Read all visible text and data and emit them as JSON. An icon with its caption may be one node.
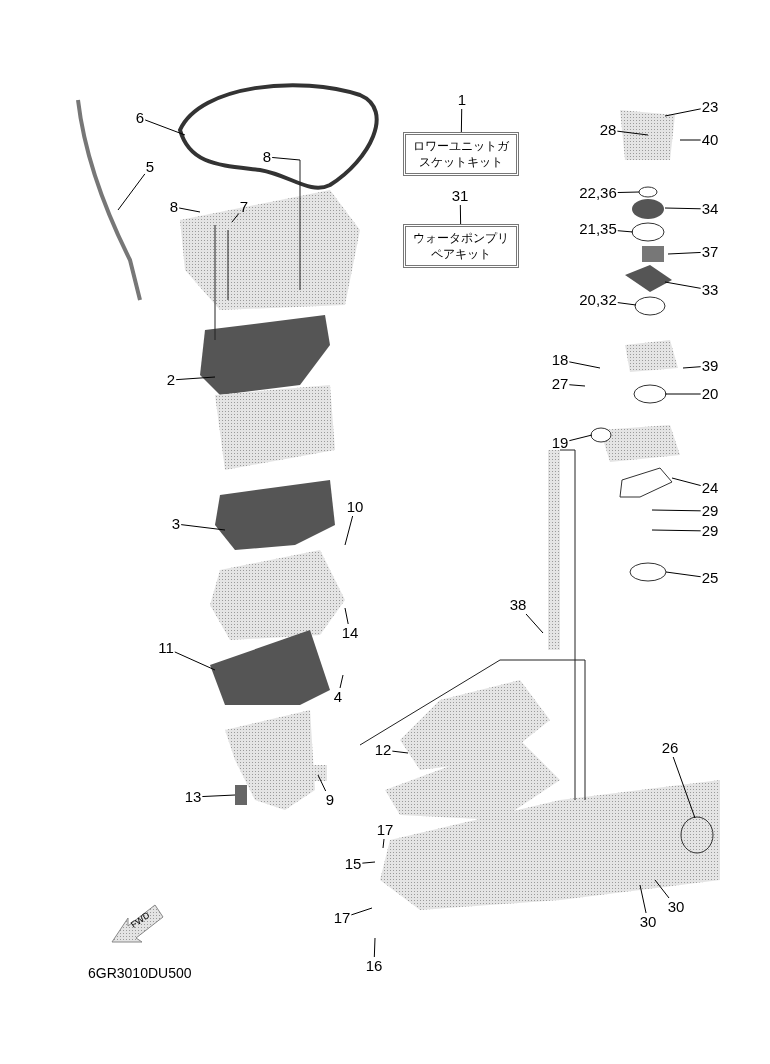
{
  "diagram": {
    "nodes": [
      {
        "text": [
          "ロワーユニットガスケットキット"
        ]
      },
      {
        "text": [
          "ウォータポンプリペアキット"
        ]
      },
      {
        "text": [
          "1"
        ]
      },
      {
        "text": [
          "31"
        ]
      },
      {
        "text": [
          "23"
        ]
      },
      {
        "text": [
          "6"
        ]
      },
      {
        "text": [
          "28"
        ]
      },
      {
        "text": [
          "40"
        ]
      },
      {
        "text": [
          "8"
        ]
      },
      {
        "text": [
          "5"
        ]
      },
      {
        "text": [
          "22,36"
        ]
      },
      {
        "text": [
          "8"
        ]
      },
      {
        "text": [
          "7"
        ]
      },
      {
        "text": [
          "34"
        ]
      },
      {
        "text": [
          "21,35"
        ]
      },
      {
        "text": [
          "37"
        ]
      },
      {
        "text": [
          "33"
        ]
      },
      {
        "text": [
          "20,32"
        ]
      },
      {
        "text": [
          "18"
        ]
      },
      {
        "text": [
          "39"
        ]
      },
      {
        "text": [
          "2"
        ]
      },
      {
        "text": [
          "27"
        ]
      },
      {
        "text": [
          "20"
        ]
      },
      {
        "text": [
          "19"
        ]
      },
      {
        "text": [
          "24"
        ]
      },
      {
        "text": [
          "10"
        ]
      },
      {
        "text": [
          "29"
        ]
      },
      {
        "text": [
          "3"
        ]
      },
      {
        "text": [
          "29"
        ]
      },
      {
        "text": [
          "25"
        ]
      },
      {
        "text": [
          "38"
        ]
      },
      {
        "text": [
          "14"
        ]
      },
      {
        "text": [
          "11"
        ]
      },
      {
        "text": [
          "4"
        ]
      },
      {
        "text": [
          "26"
        ]
      },
      {
        "text": [
          "12"
        ]
      },
      {
        "text": [
          "9"
        ]
      },
      {
        "text": [
          "13"
        ]
      },
      {
        "text": [
          "17"
        ]
      },
      {
        "text": [
          "15"
        ]
      },
      {
        "text": [
          "30"
        ]
      },
      {
        "text": [
          "17"
        ]
      },
      {
        "text": [
          "30"
        ]
      },
      {
        "text": [
          "16"
        ]
      }
    ],
    "edges": [
      {
        "from": 2,
        "to": 0,
        "arrow": "none"
      },
      {
        "from": 3,
        "to": 1,
        "arrow": "none"
      },
      {
        "from": 4,
        "to": null,
        "arrow": "none"
      },
      {
        "from": 5,
        "to": null,
        "arrow": "none"
      },
      {
        "from": 6,
        "to": null,
        "arrow": "none"
      },
      {
        "from": 7,
        "to": null,
        "arrow": "none"
      },
      {
        "from": 8,
        "to": null,
        "arrow": "none"
      },
      {
        "from": 9,
        "to": null,
        "arrow": "none"
      },
      {
        "from": 10,
        "to": null,
        "arrow": "none"
      },
      {
        "from": 11,
        "to": null,
        "arrow": "none"
      },
      {
        "from": 12,
        "to": null,
        "arrow": "none"
      },
      {
        "from": 13,
        "to": null,
        "arrow": "none"
      },
      {
        "from": 14,
        "to": null,
        "arrow": "none"
      },
      {
        "from": 15,
        "to": null,
        "arrow": "none"
      },
      {
        "from": 16,
        "to": null,
        "arrow": "none"
      },
      {
        "from": 17,
        "to": null,
        "arrow": "none"
      },
      {
        "from": 18,
        "to": null,
        "arrow": "none"
      },
      {
        "from": 19,
        "to": null,
        "arrow": "none"
      },
      {
        "from": 20,
        "to": null,
        "arrow": "none"
      },
      {
        "from": 21,
        "to": null,
        "arrow": "none"
      },
      {
        "from": 22,
        "to": null,
        "arrow": "none"
      },
      {
        "from": 23,
        "to": null,
        "arrow": "none"
      },
      {
        "from": 24,
        "to": null,
        "arrow": "none"
      },
      {
        "from": 25,
        "to": null,
        "arrow": "none"
      },
      {
        "from": 26,
        "to": null,
        "arrow": "none"
      },
      {
        "from": 27,
        "to": null,
        "arrow": "none"
      },
      {
        "from": 28,
        "to": null,
        "arrow": "none"
      },
      {
        "from": 29,
        "to": null,
        "arrow": "none"
      },
      {
        "from": 30,
        "to": null,
        "arrow": "none"
      },
      {
        "from": 31,
        "to": null,
        "arrow": "none"
      },
      {
        "from": 32,
        "to": null,
        "arrow": "none"
      },
      {
        "from": 33,
        "to": null,
        "arrow": "none"
      },
      {
        "from": 34,
        "to": null,
        "arrow": "none"
      },
      {
        "from": 35,
        "to": null,
        "arrow": "none"
      },
      {
        "from": 36,
        "to": null,
        "arrow": "none"
      },
      {
        "from": 37,
        "to": null,
        "arrow": "none"
      },
      {
        "from": 38,
        "to": null,
        "arrow": "none"
      },
      {
        "from": 39,
        "to": null,
        "arrow": "none"
      },
      {
        "from": 40,
        "to": null,
        "arrow": "none"
      },
      {
        "from": 41,
        "to": null,
        "arrow": "none"
      },
      {
        "from": 42,
        "to": null,
        "arrow": "none"
      },
      {
        "from": 43,
        "to": null,
        "arrow": "none"
      }
    ],
    "labels": [
      "FWD",
      "6GR3010DU500"
    ]
  }
}
